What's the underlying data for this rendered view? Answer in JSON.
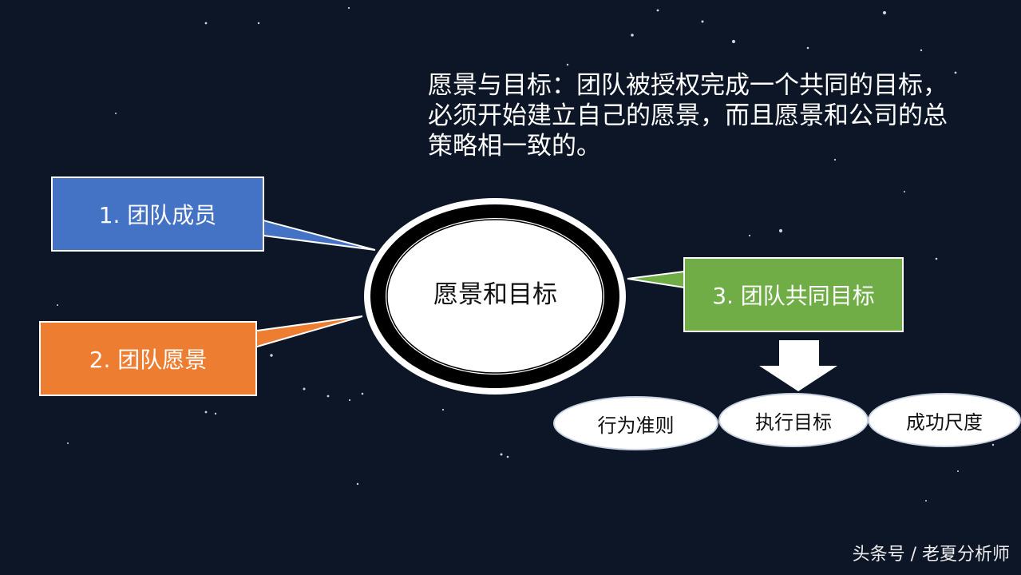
{
  "description": {
    "text": "愿景与目标：团队被授权完成一个共同的目标，\n必须开始建立自己的愿景，而且愿景和公司的总\n策略相一致的。"
  },
  "center": {
    "label": "愿景和目标"
  },
  "callouts": {
    "members": "1. 团队成员",
    "vision": "2. 团队愿景",
    "shared_goal": "3. 团队共同目标"
  },
  "outcomes": [
    "行为准则",
    "执行目标",
    "成功尺度"
  ],
  "watermark": "头条号 / 老夏分析师",
  "colors": {
    "background": "#0c1626",
    "blue": "#4472c4",
    "orange": "#ed7d31",
    "green": "#70ad47",
    "ring": "#000000"
  }
}
